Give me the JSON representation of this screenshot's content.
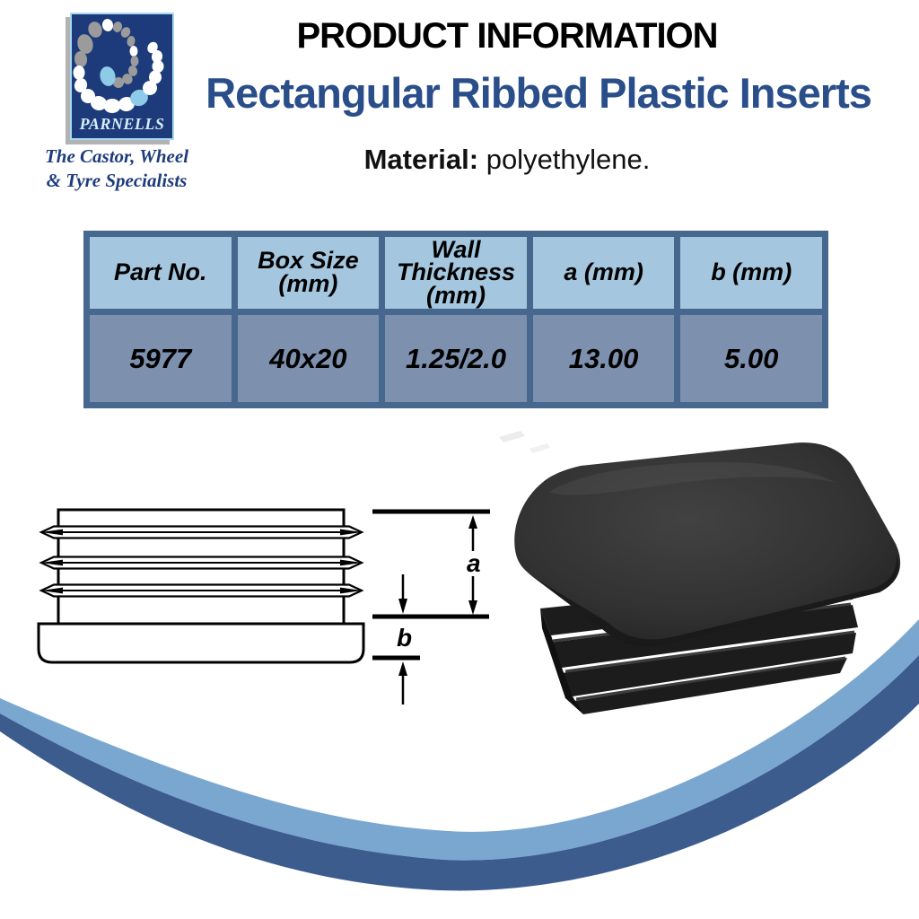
{
  "brand": {
    "name": "PARNELLS",
    "tagline_line1": "The Castor, Wheel",
    "tagline_line2": "& Tyre Specialists"
  },
  "header": {
    "title": "PRODUCT INFORMATION",
    "subtitle": "Rectangular Ribbed Plastic Inserts",
    "material_label": "Material:",
    "material_value": " polyethylene."
  },
  "table": {
    "columns": [
      {
        "header_lines": [
          "Part No.",
          "",
          ""
        ],
        "value": "5977"
      },
      {
        "header_lines": [
          "Box Size",
          "(mm)",
          ""
        ],
        "value": "40x20"
      },
      {
        "header_lines": [
          "Wall",
          "Thickness",
          "(mm)"
        ],
        "value": "1.25/2.0"
      },
      {
        "header_lines": [
          "a (mm)",
          "",
          ""
        ],
        "value": "13.00"
      },
      {
        "header_lines": [
          "b (mm)",
          "",
          ""
        ],
        "value": "5.00"
      }
    ]
  },
  "diagram": {
    "dim_a_label": "a",
    "dim_b_label": "b"
  },
  "colors": {
    "navy": "#1d3a7a",
    "logo-border": "#a6d9ef",
    "dot-gray": "#9b9b9b",
    "dot-lightblue": "#8ecbe8",
    "tagline-blue": "#1e3c7c",
    "title-blue": "#2a4e8a",
    "table-frame": "#46688f",
    "table-header-bg": "#a4c7df",
    "table-row-bg": "#7d90ae",
    "swoosh-light": "#7aa7cf",
    "swoosh-dark": "#3d5c8e"
  }
}
